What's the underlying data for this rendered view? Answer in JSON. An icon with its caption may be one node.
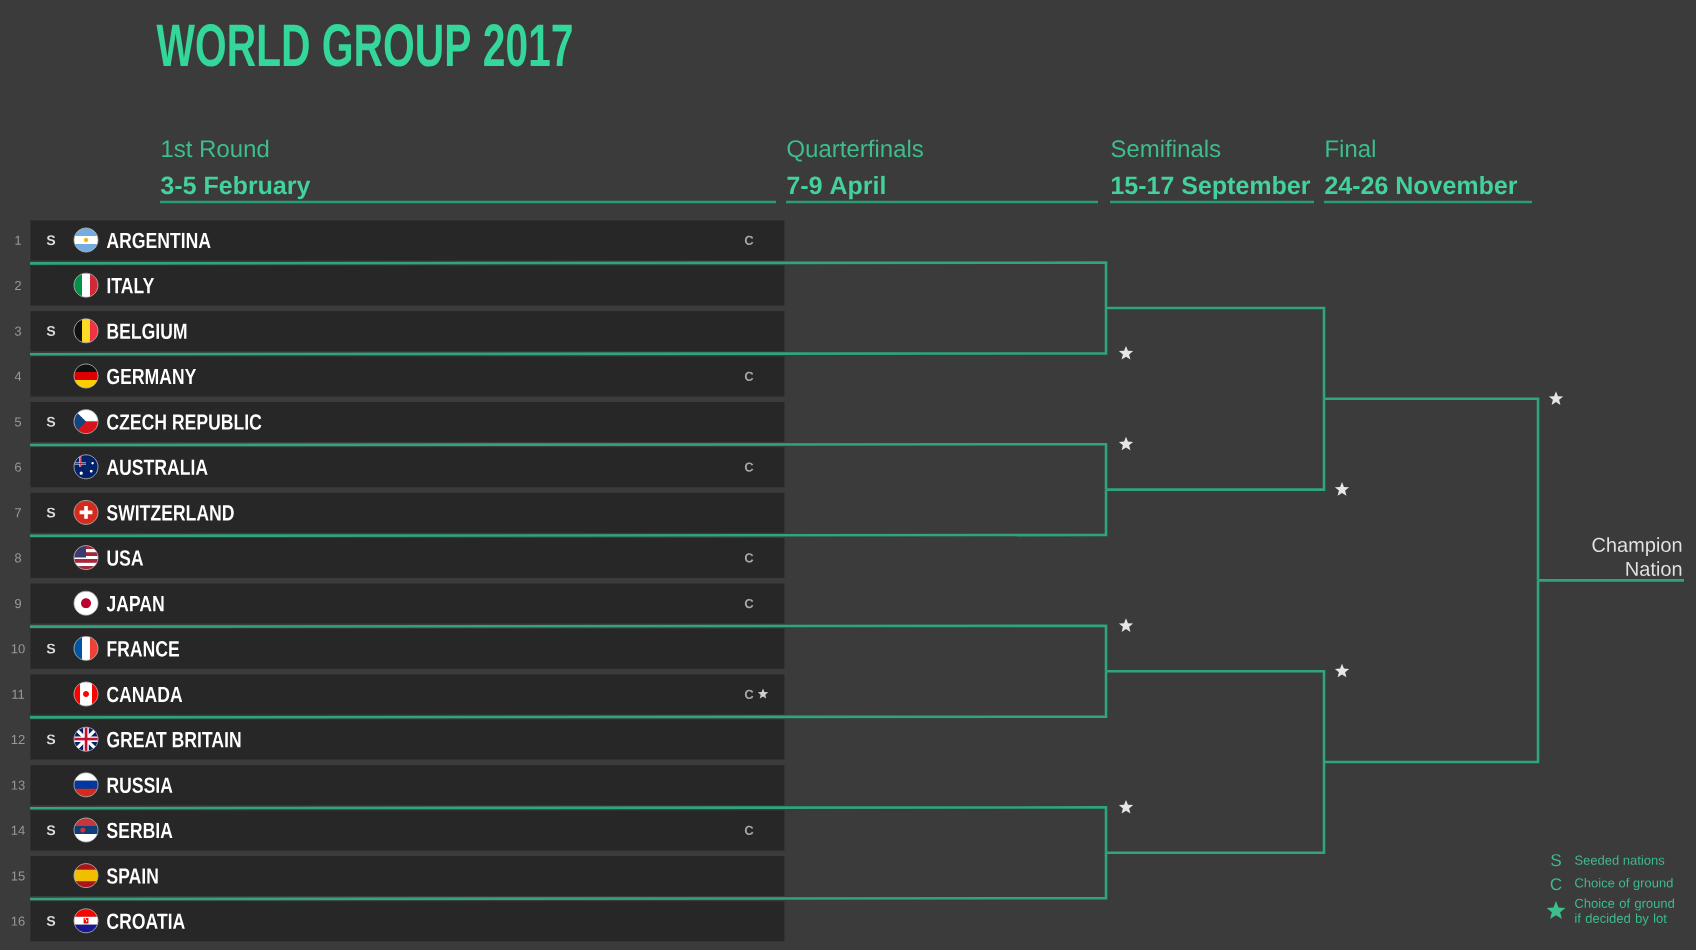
{
  "diagram": {
    "title": "WORLD GROUP 2017",
    "nodes": [
      {
        "text": [
          "S",
          "ARGENTINA",
          "C"
        ],
        "beside": [
          "1"
        ]
      },
      {
        "text": [
          "ITALY"
        ],
        "beside": [
          "2"
        ]
      },
      {
        "text": [
          "S",
          "BELGIUM"
        ],
        "beside": [
          "3"
        ]
      },
      {
        "text": [
          "GERMANY",
          "C"
        ],
        "beside": [
          "4"
        ]
      },
      {
        "text": [
          "S",
          "CZECH REPUBLIC"
        ],
        "beside": [
          "5"
        ]
      },
      {
        "text": [
          "AUSTRALIA",
          "C"
        ],
        "beside": [
          "6"
        ]
      },
      {
        "text": [
          "S",
          "SWITZERLAND"
        ],
        "beside": [
          "7"
        ]
      },
      {
        "text": [
          "USA",
          "C"
        ],
        "beside": [
          "8"
        ]
      },
      {
        "text": [
          "JAPAN",
          "C"
        ],
        "beside": [
          "9"
        ]
      },
      {
        "text": [
          "S",
          "FRANCE"
        ],
        "beside": [
          "10"
        ]
      },
      {
        "text": [
          "CANADA",
          "C"
        ],
        "beside": [
          "11"
        ]
      },
      {
        "text": [
          "S",
          "GREAT BRITAIN"
        ],
        "beside": [
          "12"
        ]
      },
      {
        "text": [
          "RUSSIA"
        ],
        "beside": [
          "13"
        ]
      },
      {
        "text": [
          "S",
          "SERBIA",
          "C"
        ],
        "beside": [
          "14"
        ]
      },
      {
        "text": [
          "SPAIN"
        ],
        "beside": [
          "15"
        ]
      },
      {
        "text": [
          "S",
          "CROATIA"
        ],
        "beside": [
          "16"
        ]
      },
      {
        "text": [
          "Champion Nation"
        ]
      }
    ],
    "edges": [
      {
        "from": 0,
        "to": 16,
        "arrow": "none"
      },
      {
        "from": 2,
        "to": 16,
        "arrow": "none"
      },
      {
        "from": 4,
        "to": 16,
        "arrow": "none"
      },
      {
        "from": 6,
        "to": 16,
        "arrow": "none"
      },
      {
        "from": 8,
        "to": 16,
        "arrow": "none"
      },
      {
        "from": 10,
        "to": 16,
        "arrow": "none"
      },
      {
        "from": 12,
        "to": 16,
        "arrow": "none"
      },
      {
        "from": 14,
        "to": 16,
        "arrow": "none"
      }
    ],
    "labels": [
      "1st Round",
      "Quarterfinals",
      "Semifinals",
      "Final",
      "3-5 February",
      "7-9 April",
      "15-17 September",
      "24-26 November",
      "S",
      "C"
    ],
    "legend": [
      {
        "text": "Seeded nations"
      },
      {
        "text": "Choice of ground"
      },
      {
        "text": "Choice of ground if decided by lot"
      }
    ]
  }
}
